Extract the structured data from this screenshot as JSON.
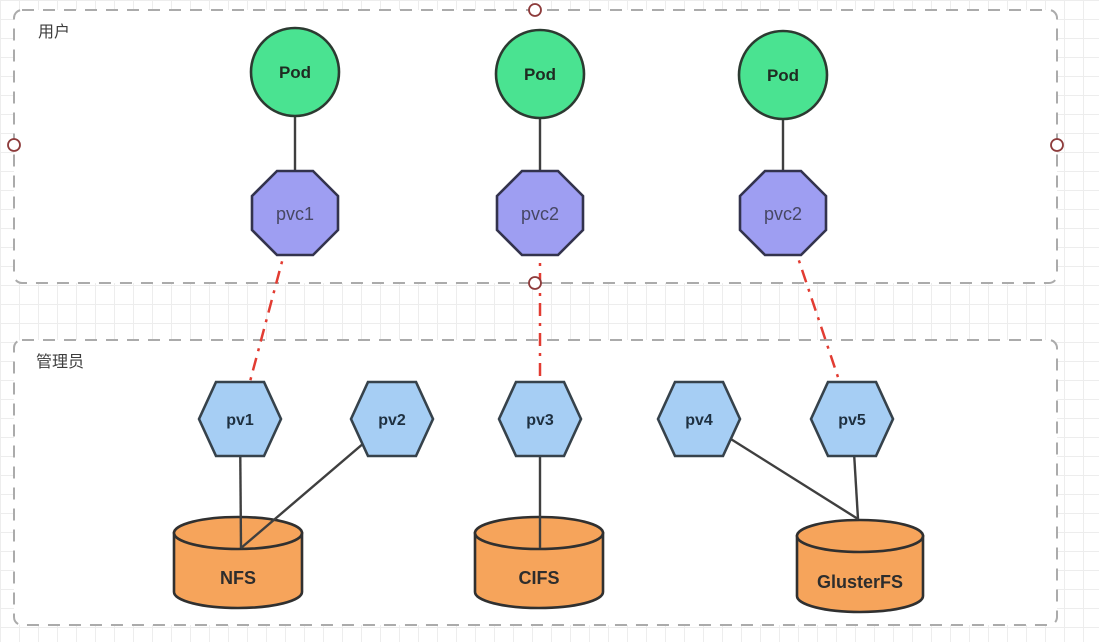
{
  "canvas": {
    "groups": [
      {
        "id": "user",
        "label": "用户"
      },
      {
        "id": "admin",
        "label": "管理员"
      }
    ],
    "pods": [
      {
        "label": "Pod"
      },
      {
        "label": "Pod"
      },
      {
        "label": "Pod"
      }
    ],
    "pvcs": [
      {
        "label": "pvc1"
      },
      {
        "label": "pvc2"
      },
      {
        "label": "pvc2"
      }
    ],
    "pvs": [
      {
        "label": "pv1"
      },
      {
        "label": "pv2"
      },
      {
        "label": "pv3"
      },
      {
        "label": "pv4"
      },
      {
        "label": "pv5"
      }
    ],
    "storages": [
      {
        "label": "NFS"
      },
      {
        "label": "CIFS"
      },
      {
        "label": "GlusterFS"
      }
    ],
    "edges": [
      {
        "from": "Pod-1",
        "to": "pvc1",
        "style": "solid"
      },
      {
        "from": "Pod-2",
        "to": "pvc2",
        "style": "solid"
      },
      {
        "from": "Pod-3",
        "to": "pvc2",
        "style": "solid"
      },
      {
        "from": "pvc1",
        "to": "pv1",
        "style": "red-dashdot"
      },
      {
        "from": "pvc2",
        "to": "pv3",
        "style": "red-dashdot"
      },
      {
        "from": "pvc2",
        "to": "pv5",
        "style": "red-dashdot"
      },
      {
        "from": "pv1",
        "to": "NFS",
        "style": "solid"
      },
      {
        "from": "pv2",
        "to": "NFS",
        "style": "solid"
      },
      {
        "from": "pv3",
        "to": "CIFS",
        "style": "solid"
      },
      {
        "from": "pv4",
        "to": "GlusterFS",
        "style": "solid"
      },
      {
        "from": "pv5",
        "to": "GlusterFS",
        "style": "solid"
      }
    ],
    "colors": {
      "pod_fill": "#4ae391",
      "pvc_fill": "#9e9ef2",
      "pv_fill": "#a6cef4",
      "storage_fill": "#f6a45b",
      "connector": "#3f3f3f",
      "claim_link_red": "#e23c32",
      "group_border": "#ababab",
      "handle_stroke": "#8d3b3b"
    }
  }
}
